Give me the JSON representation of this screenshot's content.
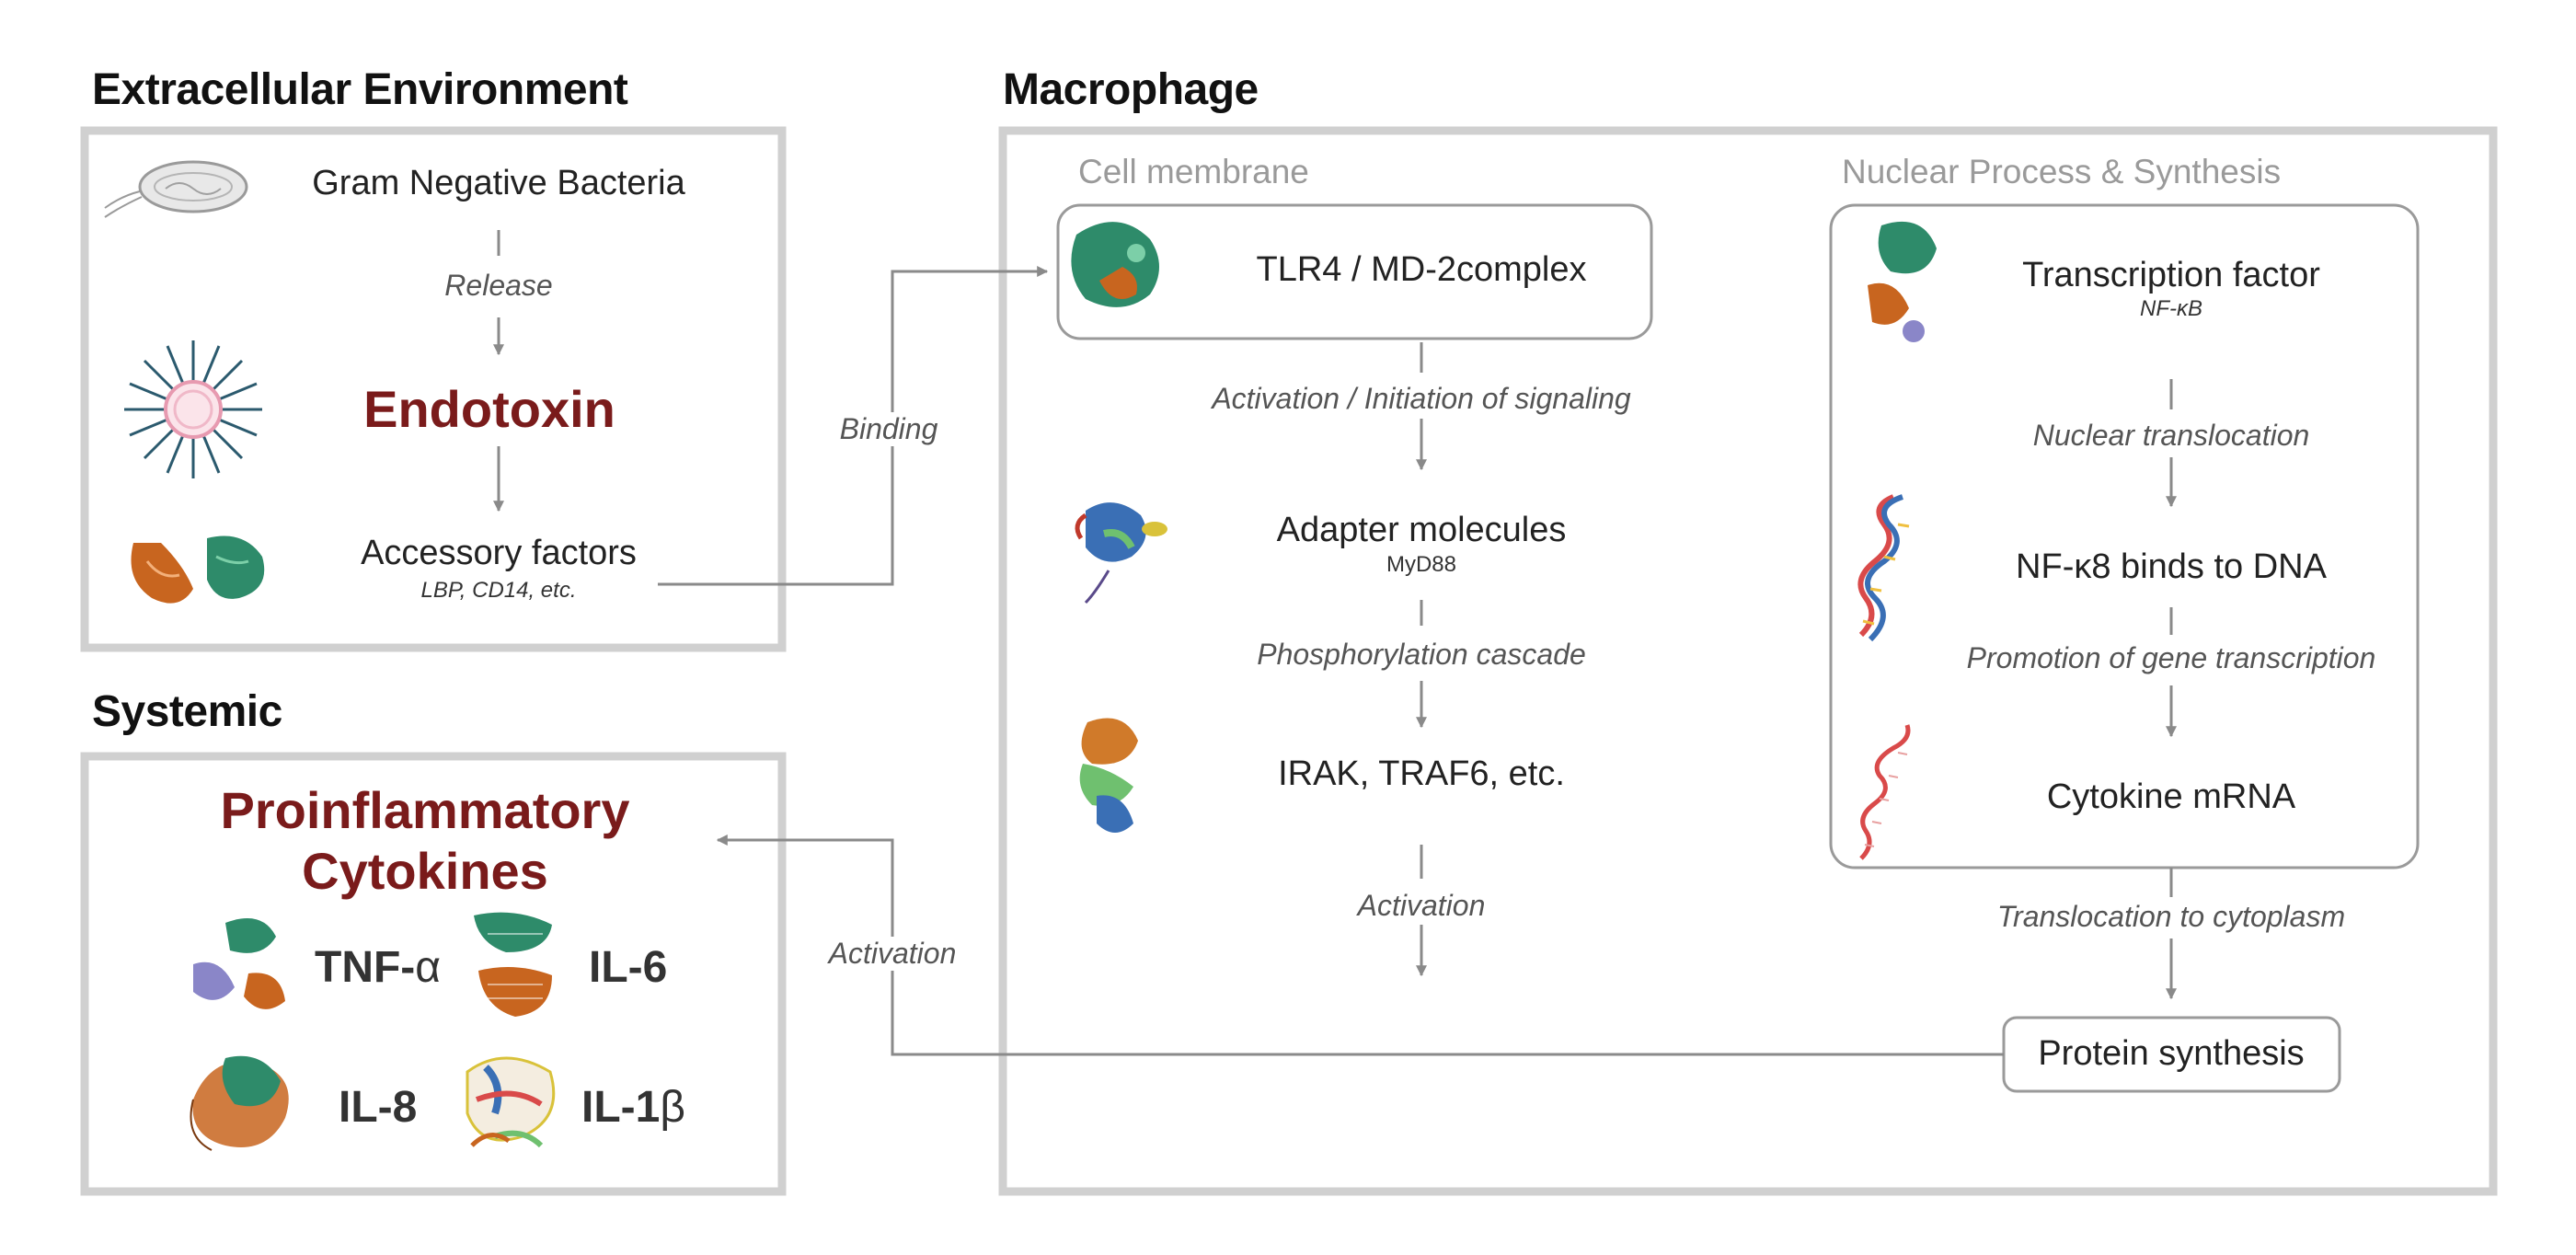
{
  "sections": {
    "extracellular": "Extracellular Environment",
    "macrophage": "Macrophage",
    "systemic": "Systemic",
    "cell_membrane": "Cell membrane",
    "nuclear": "Nuclear Process & Synthesis"
  },
  "extracellular": {
    "bacteria": "Gram Negative Bacteria",
    "release": "Release",
    "endotoxin": "Endotoxin",
    "accessory": "Accessory factors",
    "accessory_sub": "LBP, CD14, etc."
  },
  "membrane": {
    "tlr4": "TLR4 / MD-2complex",
    "activation_initiation": "Activation / Initiation of signaling",
    "adapter": "Adapter molecules",
    "adapter_sub": "MyD88",
    "phosphorylation": "Phosphorylation cascade",
    "irak": "IRAK, TRAF6, etc.",
    "activation": "Activation"
  },
  "nuclear": {
    "transcription": "Transcription factor",
    "transcription_sub": "NF-κB",
    "nuclear_translocation": "Nuclear translocation",
    "binds_dna": "NF-κ8 binds to DNA",
    "promotion": "Promotion of gene transcription",
    "mrna": "Cytokine mRNA",
    "translocation_cytoplasm": "Translocation to cytoplasm",
    "protein_synthesis": "Protein synthesis"
  },
  "edges": {
    "binding": "Binding",
    "activation": "Activation"
  },
  "systemic": {
    "title_line1": "Proinflammatory",
    "title_line2": "Cytokines",
    "tnf_prefix": "TNF-",
    "tnf_symbol": "α",
    "il6": "IL-6",
    "il8": "IL-8",
    "il1_prefix": "IL-1",
    "il1_symbol": "β"
  },
  "colors": {
    "frame": "#d0d0d0",
    "inner_box": "#9a9a9a",
    "arrow": "#8a8a8a",
    "accent_red": "#7a1b1b",
    "protein_green": "#2e8b6a",
    "protein_orange": "#c8651f",
    "protein_purple": "#8a86c8"
  }
}
